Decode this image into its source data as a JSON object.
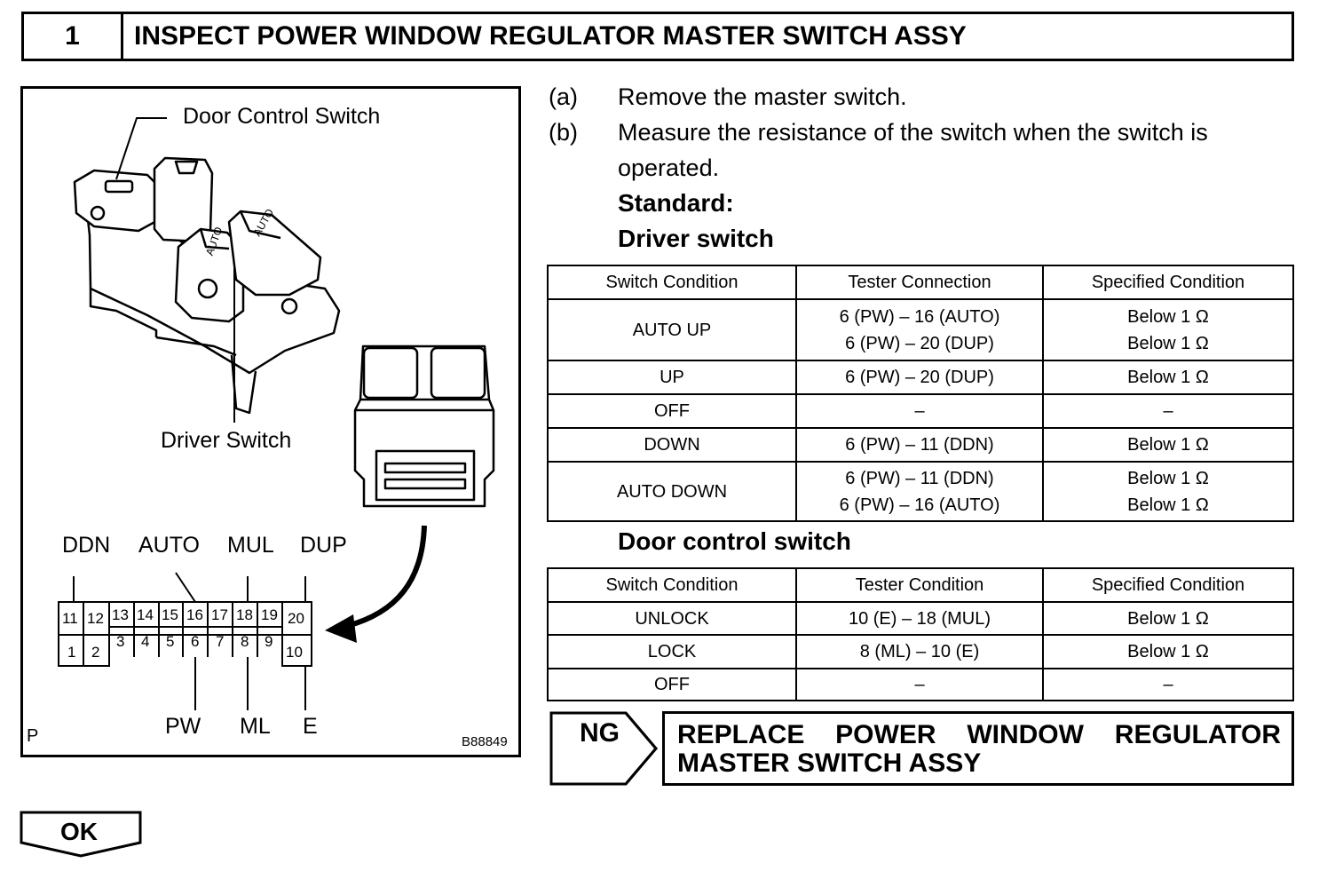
{
  "title": {
    "number": "1",
    "text": "INSPECT POWER WINDOW REGULATOR MASTER SWITCH ASSY"
  },
  "figure": {
    "door_control_switch_label": "Door Control Switch",
    "driver_switch_label": "Driver Switch",
    "auto_mark": "AUTO",
    "top_pin_labels": [
      "DDN",
      "AUTO",
      "MUL",
      "DUP"
    ],
    "bottom_pin_labels": [
      "PW",
      "ML",
      "E"
    ],
    "top_row_pins": [
      "11",
      "12",
      "13",
      "14",
      "15",
      "16",
      "17",
      "18",
      "19",
      "20"
    ],
    "bottom_row_pins": [
      "1",
      "2",
      "3",
      "4",
      "5",
      "6",
      "7",
      "8",
      "9",
      "10"
    ],
    "corner_left": "P",
    "figure_code": "B88849"
  },
  "steps": [
    {
      "marker": "(a)",
      "text": "Remove the master switch."
    },
    {
      "marker": "(b)",
      "text_line1": "Measure the resistance of the switch when the switch is",
      "text_line2": "operated."
    }
  ],
  "standard_label": "Standard:",
  "driver_switch": {
    "heading": "Driver switch",
    "headers": [
      "Switch Condition",
      "Tester Connection",
      "Specified Condition"
    ],
    "rows": [
      {
        "condition": "AUTO UP",
        "connections": [
          "6 (PW) – 16 (AUTO)",
          "6 (PW) – 20 (DUP)"
        ],
        "specified": [
          "Below 1 Ω",
          "Below 1 Ω"
        ]
      },
      {
        "condition": "UP",
        "connections": [
          "6 (PW) – 20 (DUP)"
        ],
        "specified": [
          "Below 1 Ω"
        ]
      },
      {
        "condition": "OFF",
        "connections": [
          "–"
        ],
        "specified": [
          "–"
        ]
      },
      {
        "condition": "DOWN",
        "connections": [
          "6 (PW) – 11 (DDN)"
        ],
        "specified": [
          "Below 1 Ω"
        ]
      },
      {
        "condition": "AUTO DOWN",
        "connections": [
          "6 (PW) – 11 (DDN)",
          "6 (PW) – 16 (AUTO)"
        ],
        "specified": [
          "Below 1 Ω",
          "Below 1 Ω"
        ]
      }
    ]
  },
  "door_control_switch": {
    "heading": "Door control switch",
    "headers": [
      "Switch Condition",
      "Tester Condition",
      "Specified Condition"
    ],
    "rows": [
      {
        "condition": "UNLOCK",
        "connection": "10 (E) – 18 (MUL)",
        "specified": "Below 1 Ω"
      },
      {
        "condition": "LOCK",
        "connection": "8 (ML) – 10 (E)",
        "specified": "Below 1 Ω"
      },
      {
        "condition": "OFF",
        "connection": "–",
        "specified": "–"
      }
    ]
  },
  "ng": {
    "label": "NG",
    "action_line1": "REPLACE POWER WINDOW REGULATOR",
    "action_line2": "MASTER SWITCH ASSY"
  },
  "ok": {
    "label": "OK"
  }
}
